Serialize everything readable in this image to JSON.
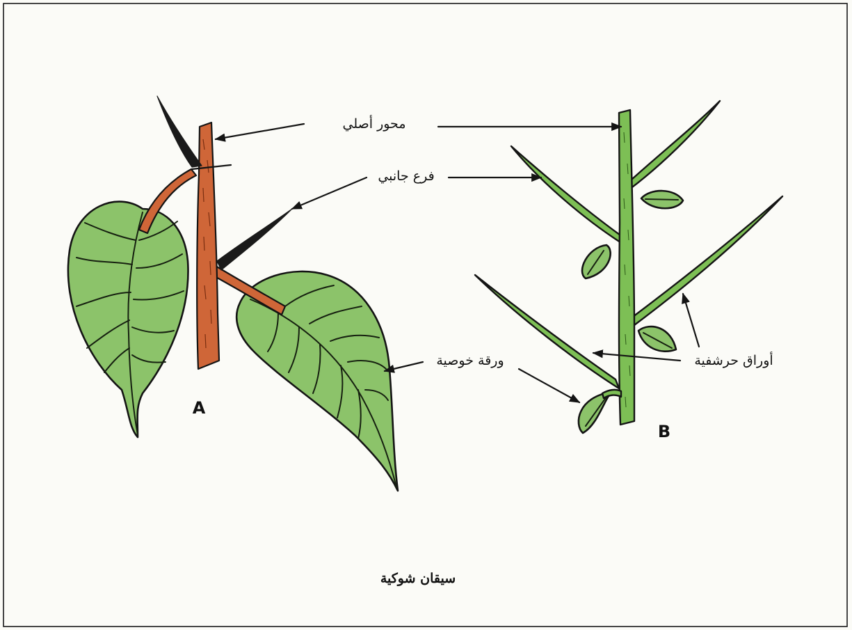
{
  "labels": {
    "main_axis": "محور أصلي",
    "lateral_branch": "فرع جانبي",
    "axillary_leaf": "ورقة خوصية",
    "scale_leaves": "أوراق حرشفية"
  },
  "panels": {
    "a": "A",
    "b": "B"
  },
  "caption": "سيقان شوكية",
  "colors": {
    "leaf": "#8cc36a",
    "brown_stem": "#cf6638",
    "green_stem": "#7dbf55",
    "background": "#fbfbf7"
  }
}
